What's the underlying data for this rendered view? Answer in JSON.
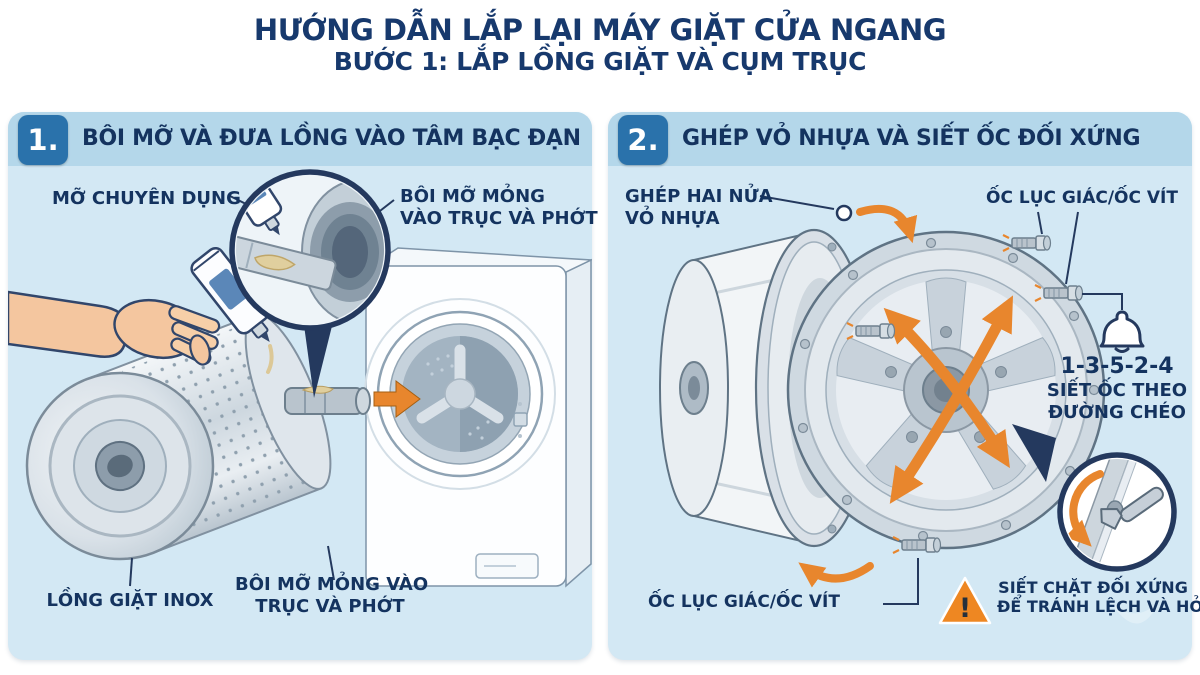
{
  "title": {
    "line1": "HƯỚNG DẪN LẮP LẠI MÁY GIẶT CỬA NGANG",
    "line2": "BƯỚC 1: LẮP LỒNG GIẶT VÀ CỤM TRỤC"
  },
  "colors": {
    "title_navy": "#17396d",
    "label_navy": "#14335f",
    "panel_bg": "#d3e8f4",
    "panel_header_bg": "#b4d7ea",
    "step_box_blue": "#2a72ab",
    "arrow_orange": "#e8862d",
    "warning_orange": "#ee8722",
    "outline_navy": "#24395e"
  },
  "icons": {
    "warning_mark": "!",
    "bell": "bell-icon",
    "wrench": "wrench-icon",
    "hex_bolt": "hex-bolt-icon"
  },
  "panels": [
    {
      "number": "1.",
      "title": "BÔI MỠ VÀ ĐƯA LỒNG VÀO TÂM BẠC ĐẠN",
      "labels": {
        "grease": "MỠ CHUYÊN DỤNG",
        "thin_grease_top": {
          "line1": "BÔI MỠ MỎNG",
          "line2": "VÀO TRỤC VÀ PHỚT"
        },
        "drum": "LỒNG GIẶT INOX",
        "thin_grease_bottom": {
          "line1": "BÔI MỠ MỎNG VÀO",
          "line2": "TRỤC VÀ PHỚT"
        }
      }
    },
    {
      "number": "2.",
      "title": "GHÉP VỎ NHỰA VÀ SIẾT ỐC ĐỐI XỨNG",
      "labels": {
        "join_halves": {
          "line1": "GHÉP HAI NỬA",
          "line2": "VỎ NHỰA"
        },
        "bolts_top": "ỐC LỤC GIÁC/ỐC VÍT",
        "sequence": {
          "line1": "1-3-5-2-4",
          "line2": "SIẾT ỐC THEO",
          "line3": "ĐƯỜNG CHÉO"
        },
        "bolts_bottom": "ỐC LỤC GIÁC/ỐC VÍT",
        "warning": {
          "line1": "SIẾT CHẶT ĐỐI XỨNG",
          "line2": "ĐỂ TRÁNH LỆCH VÀ HỞ"
        },
        "warning_mark": "!"
      }
    }
  ]
}
